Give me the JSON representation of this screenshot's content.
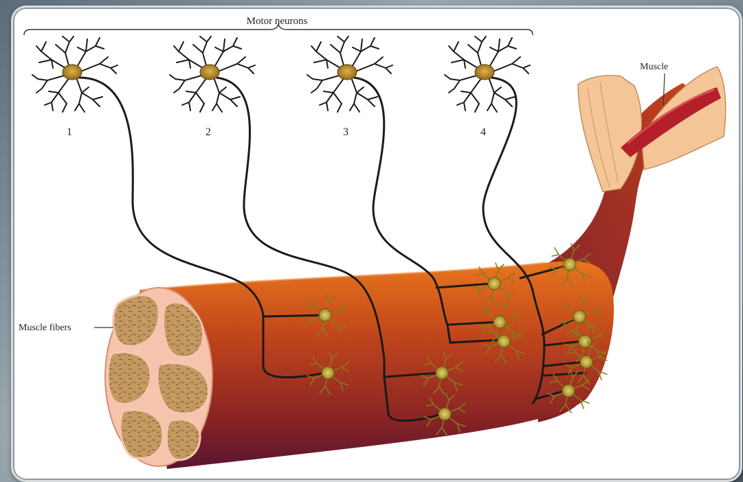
{
  "diagram": {
    "group_label": "Motor neurons",
    "neuron_numbers": [
      "1",
      "2",
      "3",
      "4"
    ],
    "muscle_label": "Muscle",
    "fibers_label": "Muscle fibers"
  },
  "colors": {
    "muscle_dark": "#5a1530",
    "muscle_mid": "#a8341c",
    "muscle_light": "#e0651c",
    "cell_body": "#b8861f",
    "axon": "#1a1a1a",
    "fiber_fill": "#c9a36b",
    "fiber_border": "#f3c7b0",
    "arm_skin": "#f4c596"
  }
}
